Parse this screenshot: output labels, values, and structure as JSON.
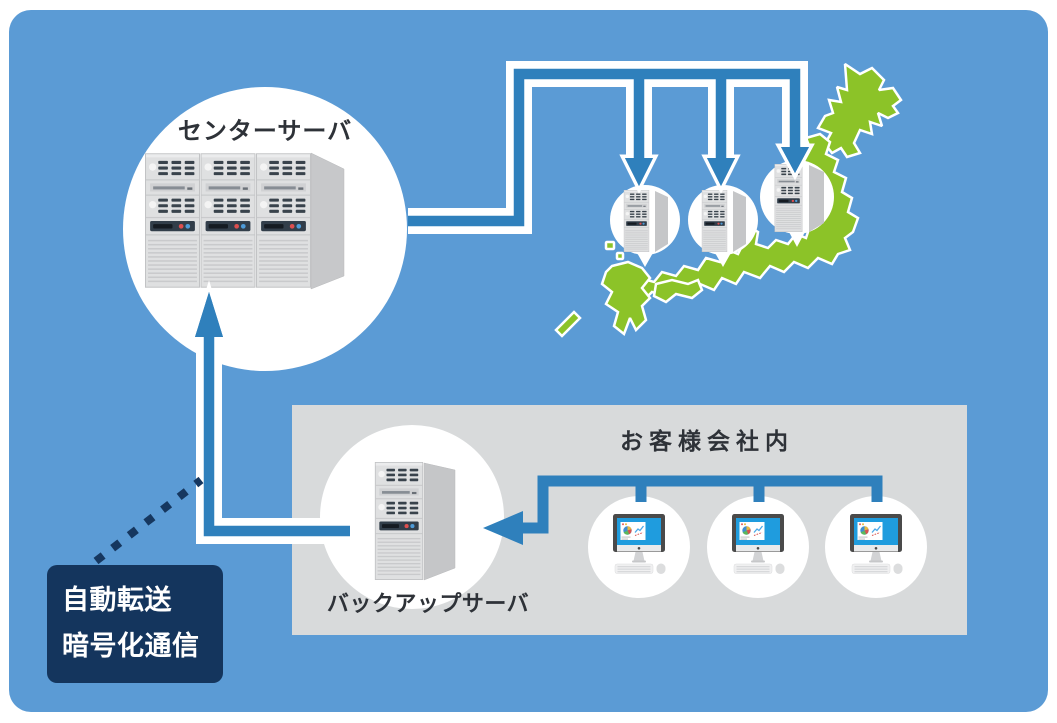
{
  "colors": {
    "background": "#5B9BD5",
    "connector_blue": "#2F80BC",
    "map_green": "#8CC328",
    "area_gray": "#D8DADB",
    "callout_navy": "#14355D"
  },
  "center_server": {
    "label": "センターサーバ",
    "icon": "rack-server-icon"
  },
  "regional_servers": {
    "count": 3,
    "icon": "tower-server-icon"
  },
  "backup_server": {
    "label": "バックアップサーバ",
    "icon": "tower-server-icon"
  },
  "customer_area": {
    "label": "お客様会社内",
    "computers": {
      "count": 3,
      "icon": "desktop-computer-icon"
    }
  },
  "callout": {
    "line1": "自動転送",
    "line2": "暗号化通信"
  },
  "map": {
    "icon": "japan-map"
  }
}
